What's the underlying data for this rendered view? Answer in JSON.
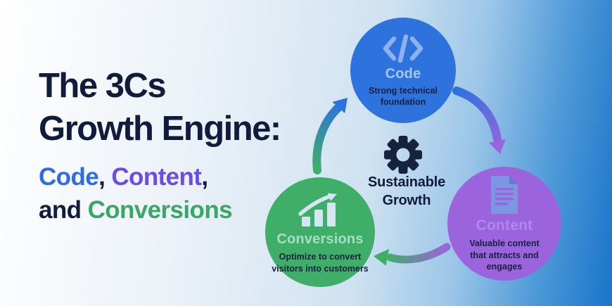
{
  "background": {
    "gradient_left": "#ffffff",
    "gradient_right": "#1a74c9"
  },
  "headline": {
    "title_line1": "The 3Cs",
    "title_line2": "Growth Engine:",
    "title_color": "#111c3c",
    "segments": {
      "code": "Code",
      "comma1": ", ",
      "content": "Content",
      "comma2": ",",
      "and": "and ",
      "conversions": "Conversions"
    },
    "segment_colors": {
      "code": "#2f6be6",
      "content": "#6b4ce4",
      "conversions": "#3aa768",
      "plain": "#121c3c"
    }
  },
  "cycle": {
    "center": {
      "icon": "gear-icon",
      "icon_color": "#16233e",
      "label_line1": "Sustainable",
      "label_line2": "Growth"
    },
    "nodes": [
      {
        "id": "code",
        "icon": "code-brackets-icon",
        "label": "Code",
        "description": "Strong technical foundation",
        "color": "#2e72dd"
      },
      {
        "id": "content",
        "icon": "document-icon",
        "label": "Content",
        "description": "Valuable content that attracts and engages",
        "color": "#9c64dc"
      },
      {
        "id": "conversions",
        "icon": "growth-chart-icon",
        "label": "Conversions",
        "description": "Optimize to convert visitors into customers",
        "color": "#3fae69"
      }
    ],
    "arrows": [
      {
        "from": "code",
        "to": "content"
      },
      {
        "from": "content",
        "to": "conversions"
      },
      {
        "from": "conversions",
        "to": "code"
      }
    ]
  }
}
